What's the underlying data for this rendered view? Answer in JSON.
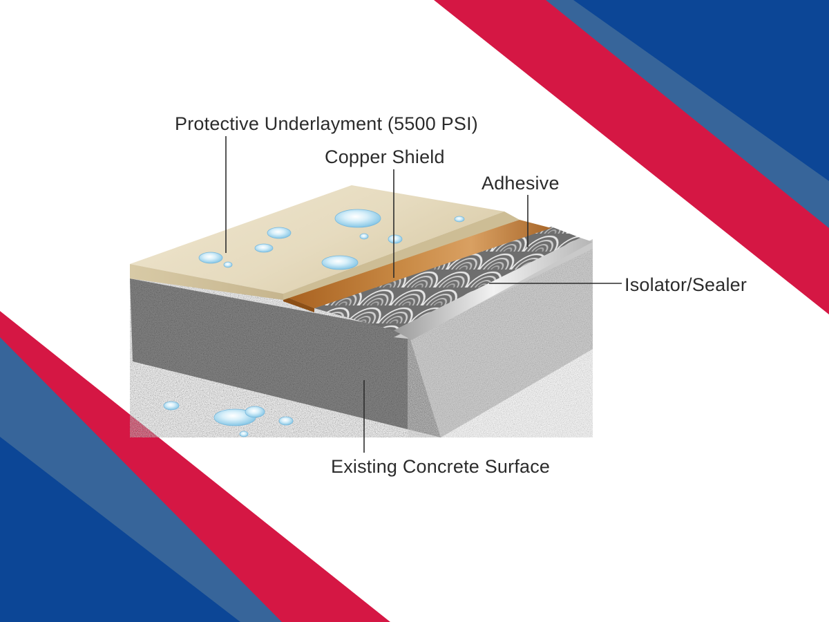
{
  "labels": {
    "protective_underlayment": "Protective Underlayment (5500 PSI)",
    "copper_shield": "Copper Shield",
    "adhesive": "Adhesive",
    "isolator_sealer": "Isolator/Sealer",
    "existing_concrete": "Existing Concrete Surface"
  },
  "colors": {
    "brand_red": "#d51744",
    "brand_blue": "#0c4696",
    "brand_steel": "#37659a",
    "underlayment": "#e7dcc2",
    "copper": "#b8722e",
    "concrete": "#8c8c8c",
    "water": "#bfe4f5"
  }
}
